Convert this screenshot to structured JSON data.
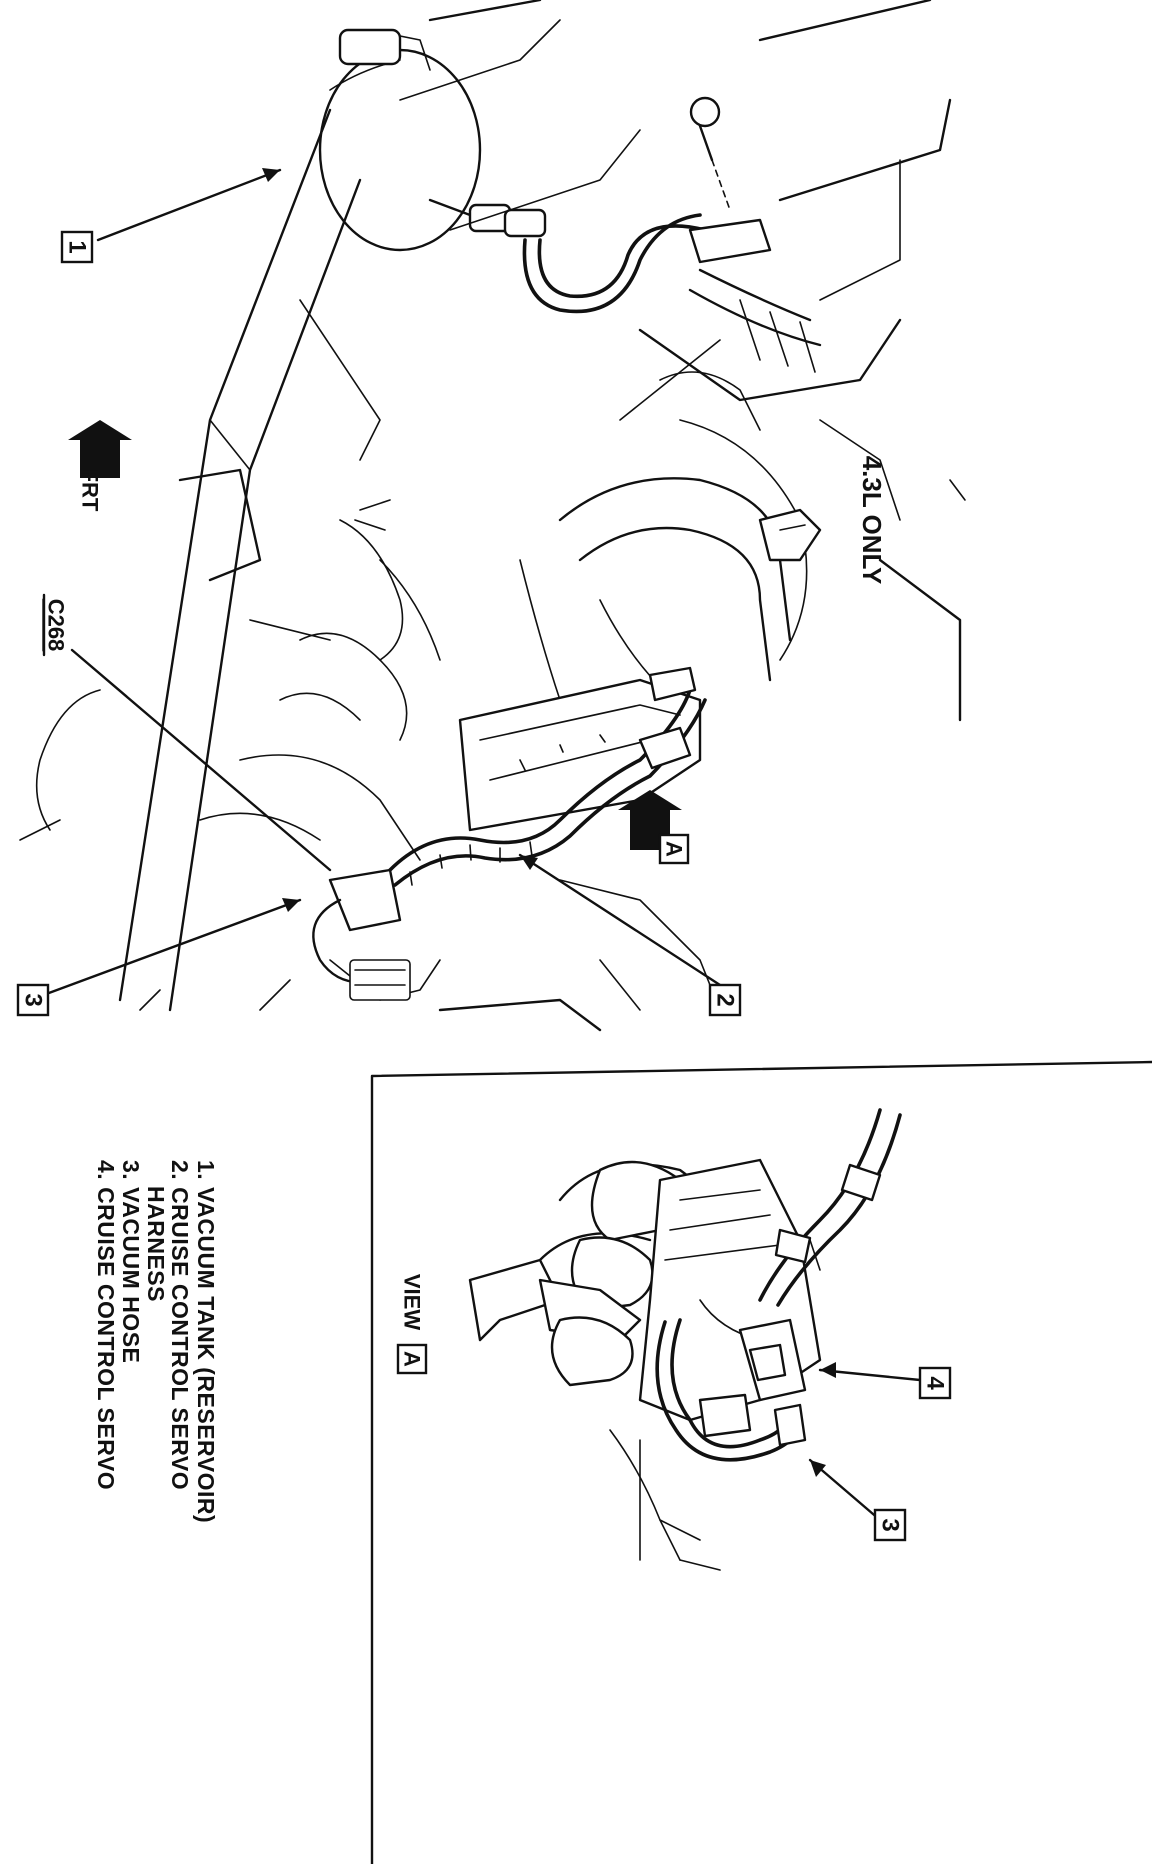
{
  "engine_note": "4.3L ONLY",
  "front_marker": "FRT",
  "connector_label": "C268",
  "view_marker": "A",
  "view_label": "VIEW",
  "callouts": [
    {
      "number": "1"
    },
    {
      "number": "2"
    },
    {
      "number": "3"
    },
    {
      "number": "4"
    }
  ],
  "legend": [
    "1. VACUUM TANK (RESERVOIR)",
    "2. CRUISE CONTROL SERVO",
    "HARNESS",
    "3. VACUUM HOSE",
    "4. CRUISE CONTROL SERVO"
  ]
}
